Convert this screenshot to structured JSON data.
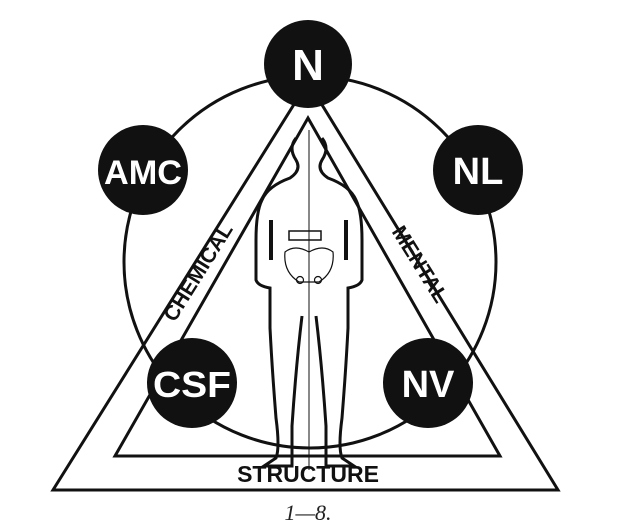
{
  "nodes": {
    "top": "N",
    "upper_left": "AMC",
    "upper_right": "NL",
    "lower_left": "CSF",
    "lower_right": "NV"
  },
  "sides": {
    "left": "CHEMICAL",
    "right": "MENTAL",
    "base": "STRUCTURE"
  },
  "caption": "1—8.",
  "colors": {
    "ink": "#111111",
    "background": "#ffffff"
  }
}
